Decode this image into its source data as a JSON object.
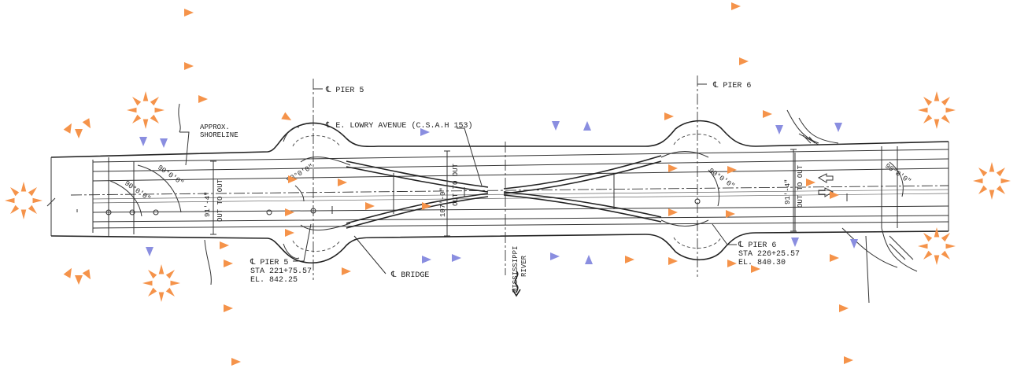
{
  "labels": {
    "pier5_top": "℄ PIER 5",
    "pier6_top": "℄ PIER 6",
    "lowry": "℄ E. LOWRY AVENUE (C.S.A.H 153)",
    "shoreline_1": "APPROX.",
    "shoreline_2": "SHORELINE",
    "angle": "90°0'0\"",
    "width_left": "91'-4\"",
    "width_right": "91'-4\"",
    "width_center": "107'-0\"",
    "out_to_out": "OUT TO OUT",
    "bridge": "℄ BRIDGE",
    "pier5_name": "℄ PIER 5",
    "pier5_sta": "STA 221+75.57",
    "pier5_el": "EL. 842.25",
    "pier6_name": "℄ PIER 6",
    "pier6_sta": "STA 226+25.57",
    "pier6_el": "EL. 840.30",
    "river_1": "MISSISSIPPI",
    "river_2": "RIVER"
  },
  "colors": {
    "drawing": "#333333",
    "burst": "#f5934a",
    "triangle_orange": "#f5934a",
    "triangle_blue": "#8a8ee0"
  }
}
